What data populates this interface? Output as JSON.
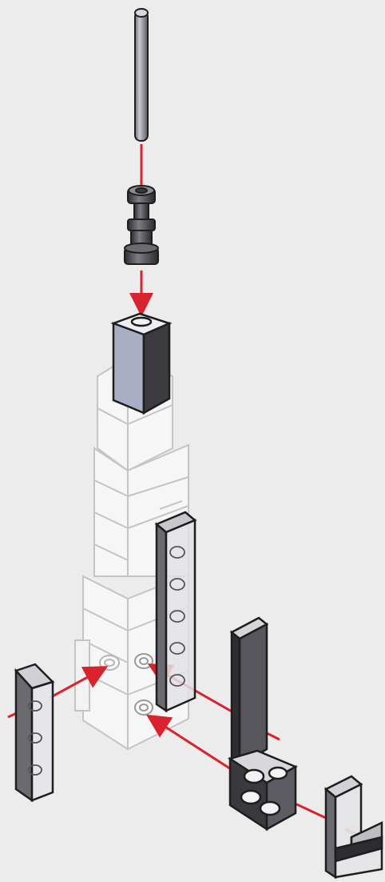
{
  "diagram": {
    "background_color": "#ececec",
    "outline_color": "#1e1e1e",
    "arrow_color": "#d9232f",
    "ghost_color": "#bdbdbd",
    "parts": [
      {
        "id": "antenna-rod",
        "icon": "bar-icon",
        "color": "#8a8a92"
      },
      {
        "id": "lightsaber-hilt",
        "icon": "hilt-icon",
        "color": "#4a4a50"
      },
      {
        "id": "tile-cap-2x2",
        "icon": "brick-icon",
        "color": "#9aa0b8"
      },
      {
        "id": "tower-ghost-structure",
        "icon": "ghost-model-icon",
        "color": "#bdbdbd"
      },
      {
        "id": "clear-plate-1x6",
        "icon": "plate-icon",
        "color": "#d8d8d8"
      },
      {
        "id": "clear-plate-1x4-left",
        "icon": "plate-icon",
        "color": "#d8d8d8"
      },
      {
        "id": "tall-tile-1x6",
        "icon": "tile-icon",
        "color": "#4a4a4f"
      },
      {
        "id": "bracket-plate-2x2",
        "icon": "bracket-icon",
        "color": "#555"
      },
      {
        "id": "clear-bracket-corner",
        "icon": "bracket-icon",
        "color": "#d8d8d8"
      }
    ]
  }
}
